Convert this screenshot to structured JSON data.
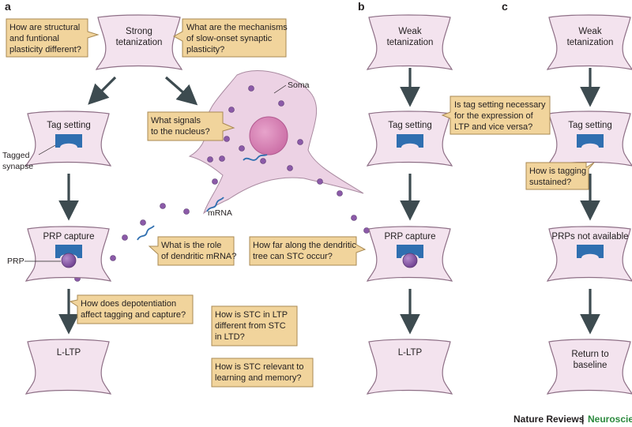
{
  "panel_labels": {
    "a": "a",
    "b": "b",
    "c": "c"
  },
  "panel_a": {
    "strong_tetanization": [
      "Strong",
      "tetanization"
    ],
    "tag_setting": "Tag setting",
    "prp_capture": "PRP capture",
    "l_ltp": "L-LTP",
    "tagged_synapse": [
      "Tagged",
      "synapse"
    ],
    "prp": "PRP",
    "soma": "Soma",
    "mrna": "mRNA",
    "q_structural": [
      "How are structural",
      "and funtional",
      "plasticity different?"
    ],
    "q_mechanisms": [
      "What are the mechanisms",
      "of slow-onset synaptic",
      "plasticity?"
    ],
    "q_signals": [
      "What signals",
      "to the nucleus?"
    ],
    "q_dendritic_mrna": [
      "What is the role",
      "of dendritic mRNA?"
    ],
    "q_depotentiation": [
      "How does depotentiation",
      "affect tagging and capture?"
    ],
    "q_dendritic_tree": [
      "How far along the dendritic",
      "tree can STC occur?"
    ],
    "q_ltp_ltd": [
      "How is STC in LTP",
      "different from STC",
      "in LTD?"
    ],
    "q_learning": [
      "How is STC relevant to",
      "learning and memory?"
    ]
  },
  "panel_b": {
    "weak_tetanization": [
      "Weak",
      "tetanization"
    ],
    "tag_setting": "Tag setting",
    "prp_capture": "PRP capture",
    "l_ltp": "L-LTP",
    "q_tag_necessary": [
      "Is tag setting necessary",
      "for the expression of",
      "LTP and vice versa?"
    ]
  },
  "panel_c": {
    "weak_tetanization": [
      "Weak",
      "tetanization"
    ],
    "tag_setting": "Tag setting",
    "prps_not_available": "PRPs not available",
    "return_to_baseline": [
      "Return to",
      "baseline"
    ],
    "q_tagging_sustained": [
      "How is tagging",
      "sustained?"
    ]
  },
  "footer": {
    "journal": "Nature Reviews",
    "separator": "|",
    "section": "Neuroscience"
  },
  "colors": {
    "synapse_fill": "#f3e3ee",
    "synapse_stroke": "#8e6f86",
    "callout_fill": "#f1d49c",
    "callout_stroke": "#a98a53",
    "arrow": "#3d4b50",
    "tag": "#2f6fb0",
    "prp": "#8b5aa8",
    "neuron_fill": "#ecd2e4",
    "nucleus": "#d67fb3",
    "journal_green": "#2b8a3e"
  }
}
